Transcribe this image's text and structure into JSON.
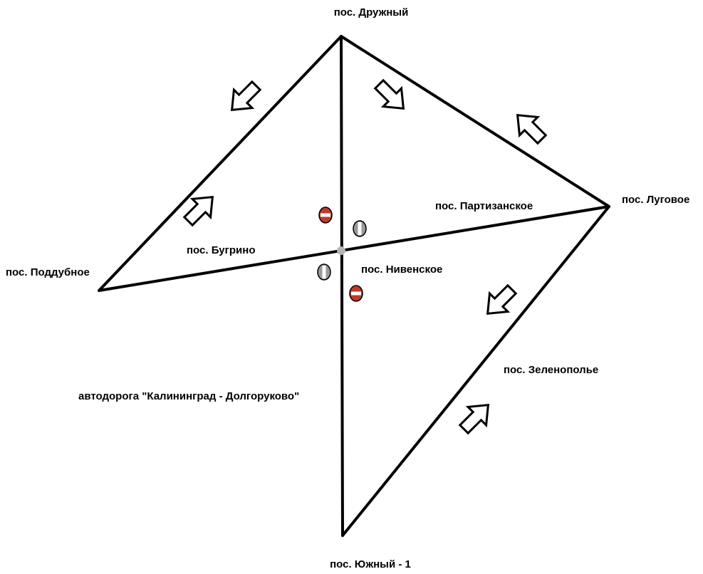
{
  "places": {
    "druzhny": "пос. Дружный",
    "lugovoe": "пос. Луговое",
    "partizanskoe": "пос. Партизанское",
    "poddubnoe": "пос. Поддубное",
    "bugrino": "пос. Бугрино",
    "nivenskoe": "пос. Нивенское",
    "zelenopolye": "пос. Зеленополье",
    "yuzhny": "пос. Южный - 1"
  },
  "road_label": "автодорога \"Калининград - Долгоруково\"",
  "colors": {
    "road": "#000000",
    "background": "#ffffff",
    "sign_red": "#c0392b",
    "sign_gray": "#9a9a9a"
  },
  "icons": {
    "direction_arrow": "hollow-block-arrow",
    "sign_no_entry": "no-entry-sign-icon",
    "sign_priority": "priority-sign-icon"
  }
}
